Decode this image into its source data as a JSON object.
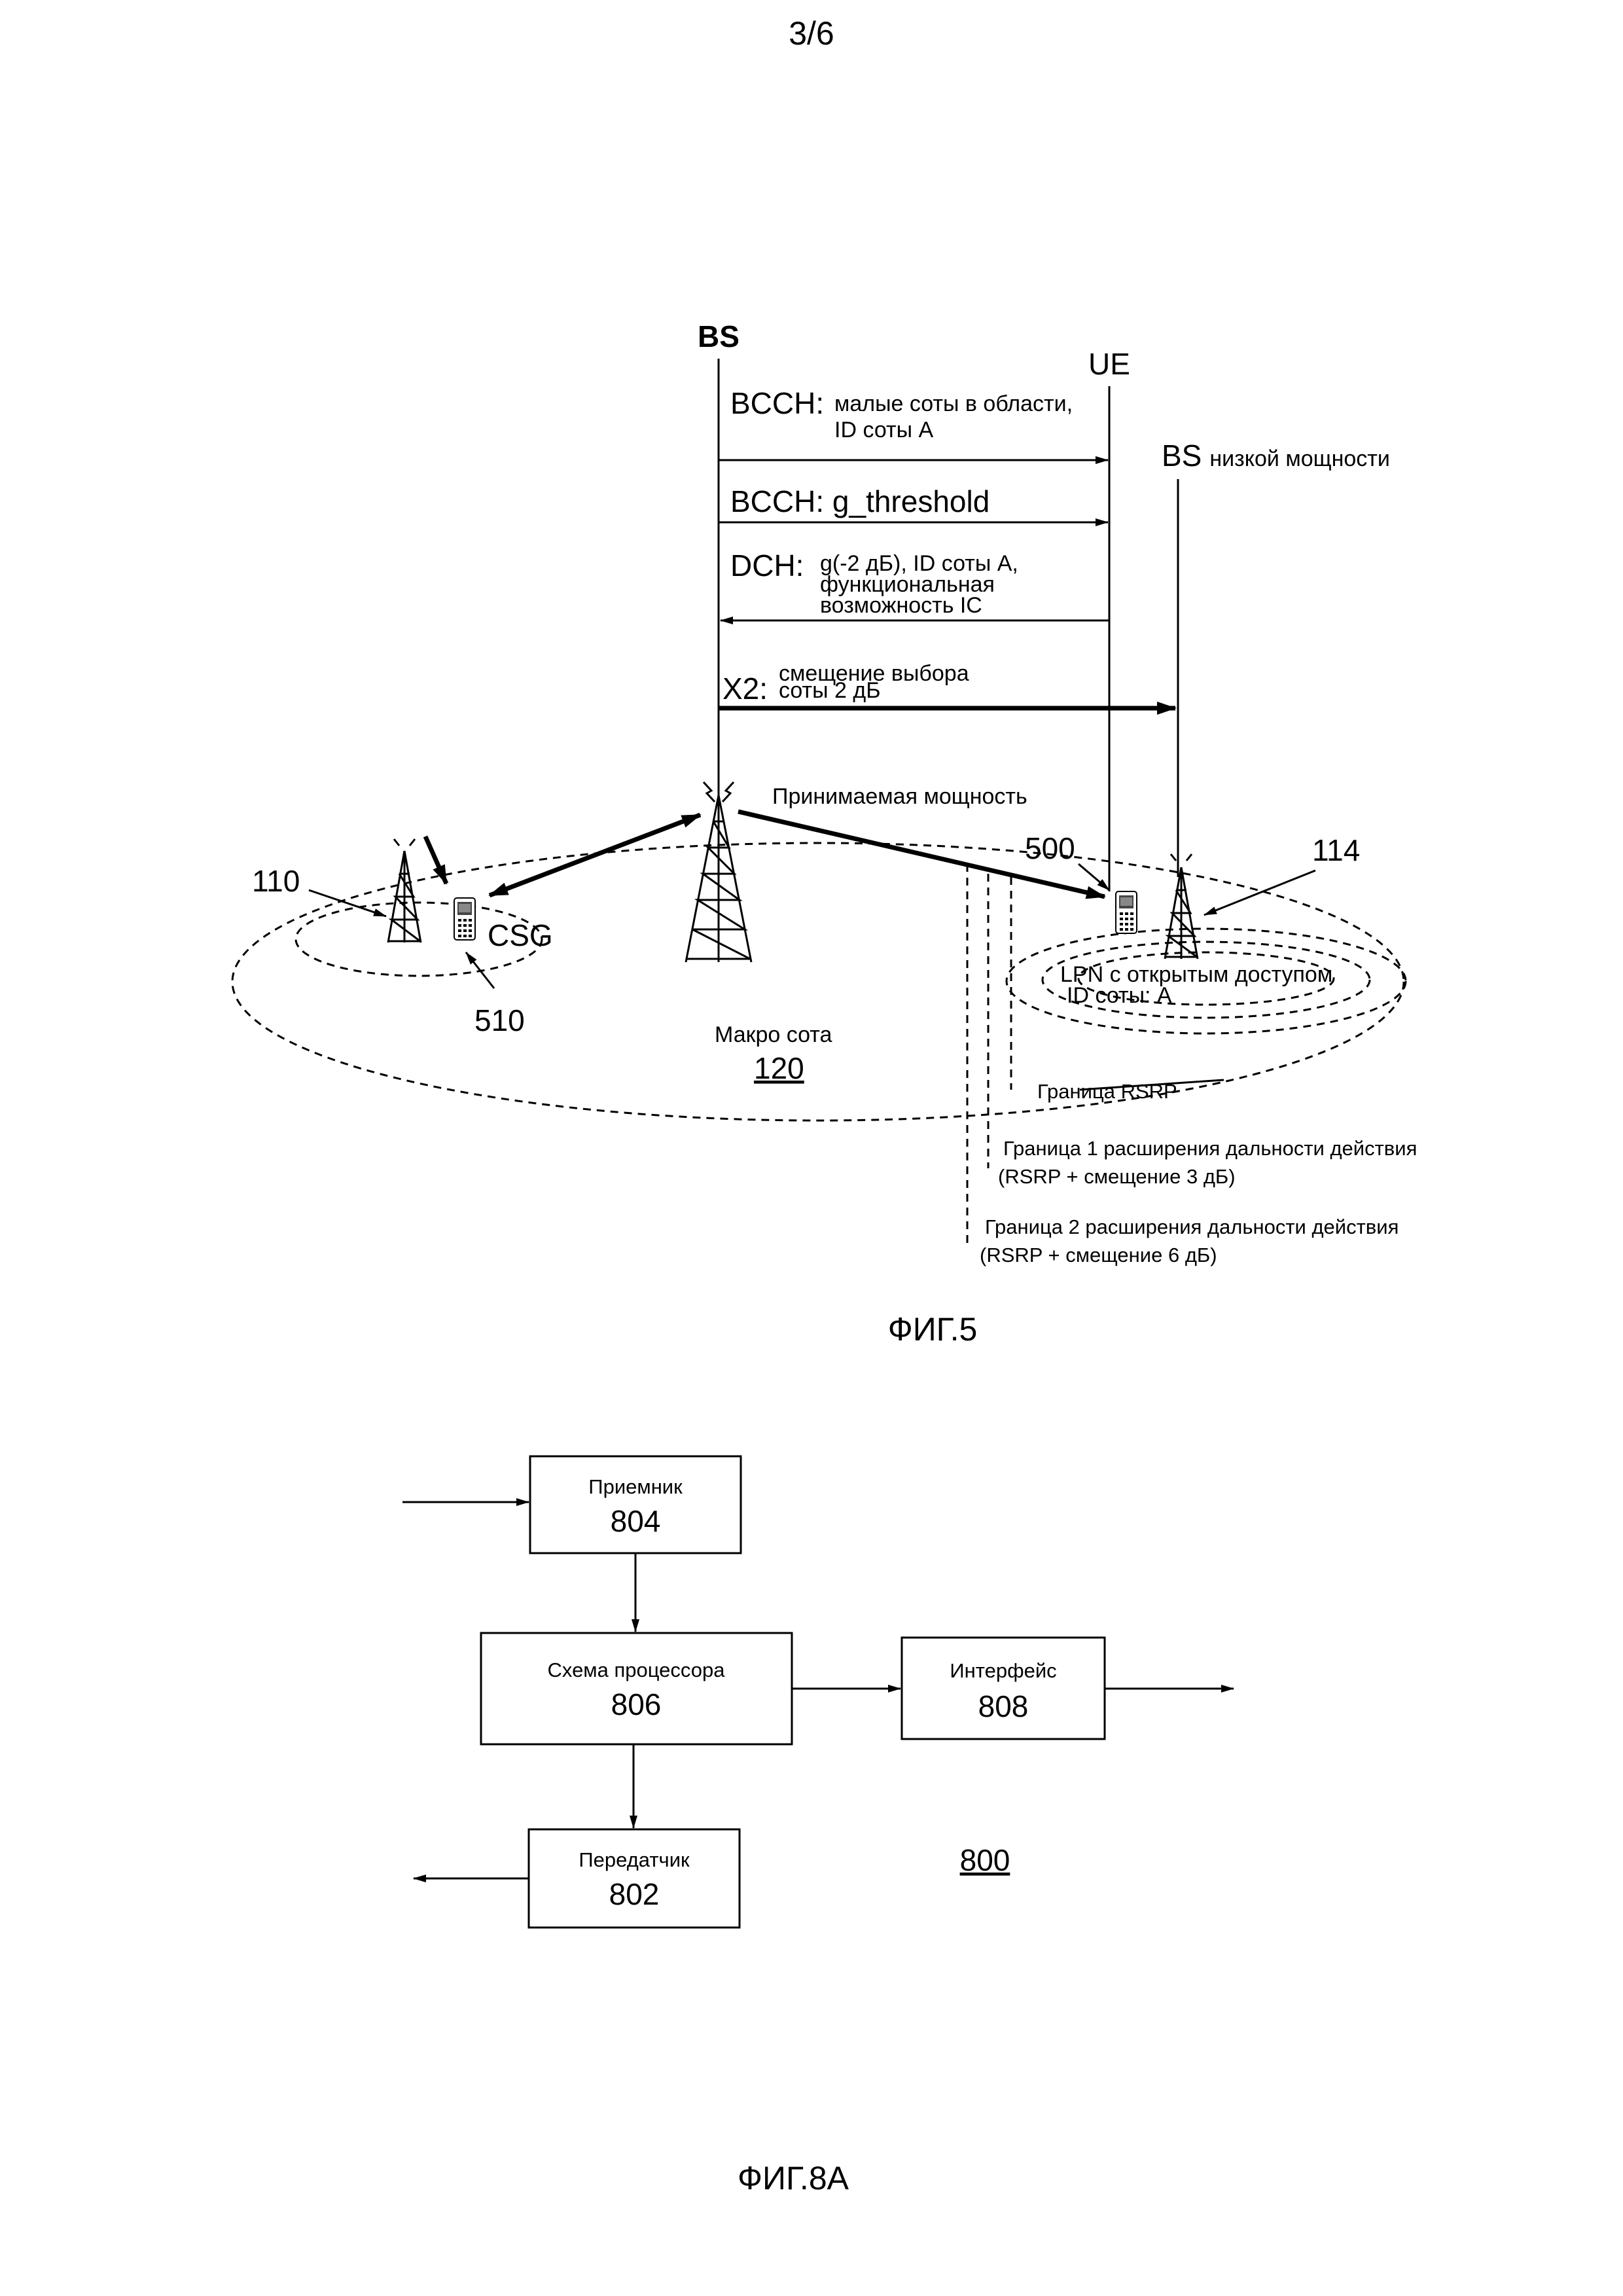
{
  "page_number": "3/6",
  "fig5": {
    "caption": "ФИГ.5",
    "bs_label": "BS",
    "ue_label": "UE",
    "lpbs_label_main": "BS",
    "lpbs_label_sub": "низкой мощности",
    "msg1_channel": "BCCH:",
    "msg1_line1": "малые соты в области,",
    "msg1_line2": "ID соты A",
    "msg2_text": "BCCH: g_threshold",
    "msg3_channel": "DCH:",
    "msg3_line1": "g(-2 дБ), ID соты A,",
    "msg3_line2": "функциональная",
    "msg3_line3": "возможность IC",
    "msg4_channel": "X2:",
    "msg4_line1": "смещение выбора",
    "msg4_line2": "соты 2 дБ",
    "received_power": "Принимаемая мощность",
    "ref_500": "500",
    "ref_114": "114",
    "ref_110": "110",
    "ref_510": "510",
    "csg_label": "CSG",
    "lpn_line1": "LPN с открытым доступом",
    "lpn_line2": "ID соты: A",
    "macro_label": "Макро сота",
    "ref_120": "120",
    "rsrp_border": "Граница RSRP",
    "ext1_line1": "Граница 1 расширения дальности действия",
    "ext1_line2": "(RSRP + смещение 3 дБ)",
    "ext2_line1": "Граница 2 расширения дальности действия",
    "ext2_line2": "(RSRP + смещение 6 дБ)"
  },
  "fig8a": {
    "caption": "ФИГ.8А",
    "receiver_label": "Приемник",
    "receiver_ref": "804",
    "processor_label": "Схема процессора",
    "processor_ref": "806",
    "interface_label": "Интерфейс",
    "interface_ref": "808",
    "transmitter_label": "Передатчик",
    "transmitter_ref": "802",
    "device_ref": "800"
  }
}
